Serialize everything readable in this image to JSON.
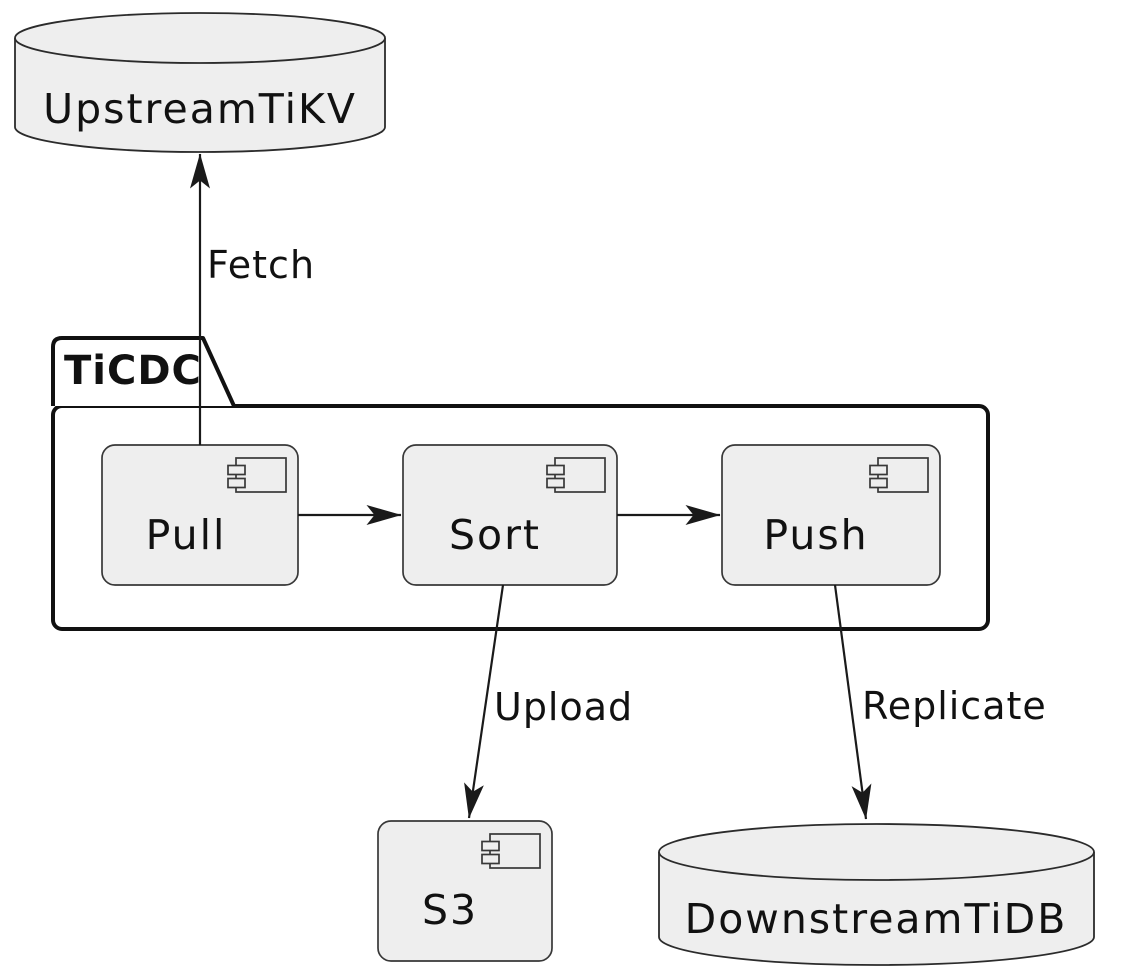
{
  "colors": {
    "background": "#FFFFFF",
    "node_fill": "#EEEEEE",
    "line": "#1A1A1A",
    "text": "#111111"
  },
  "frame": {
    "label": "TiCDC"
  },
  "nodes": {
    "upstream_tikv": {
      "label": "UpstreamTiKV",
      "shape": "database-cylinder"
    },
    "pull": {
      "label": "Pull",
      "shape": "uml-component"
    },
    "sort": {
      "label": "Sort",
      "shape": "uml-component"
    },
    "push": {
      "label": "Push",
      "shape": "uml-component"
    },
    "s3": {
      "label": "S3",
      "shape": "uml-component"
    },
    "downstream_tidb": {
      "label": "DownstreamTiDB",
      "shape": "database-cylinder"
    }
  },
  "edges": {
    "fetch": {
      "label": "Fetch",
      "from": "Pull",
      "to": "UpstreamTiKV"
    },
    "pull_to_sort": {
      "label": "",
      "from": "Pull",
      "to": "Sort"
    },
    "sort_to_push": {
      "label": "",
      "from": "Sort",
      "to": "Push"
    },
    "upload": {
      "label": "Upload",
      "from": "Sort",
      "to": "S3"
    },
    "replicate": {
      "label": "Replicate",
      "from": "Push",
      "to": "DownstreamTiDB"
    }
  }
}
